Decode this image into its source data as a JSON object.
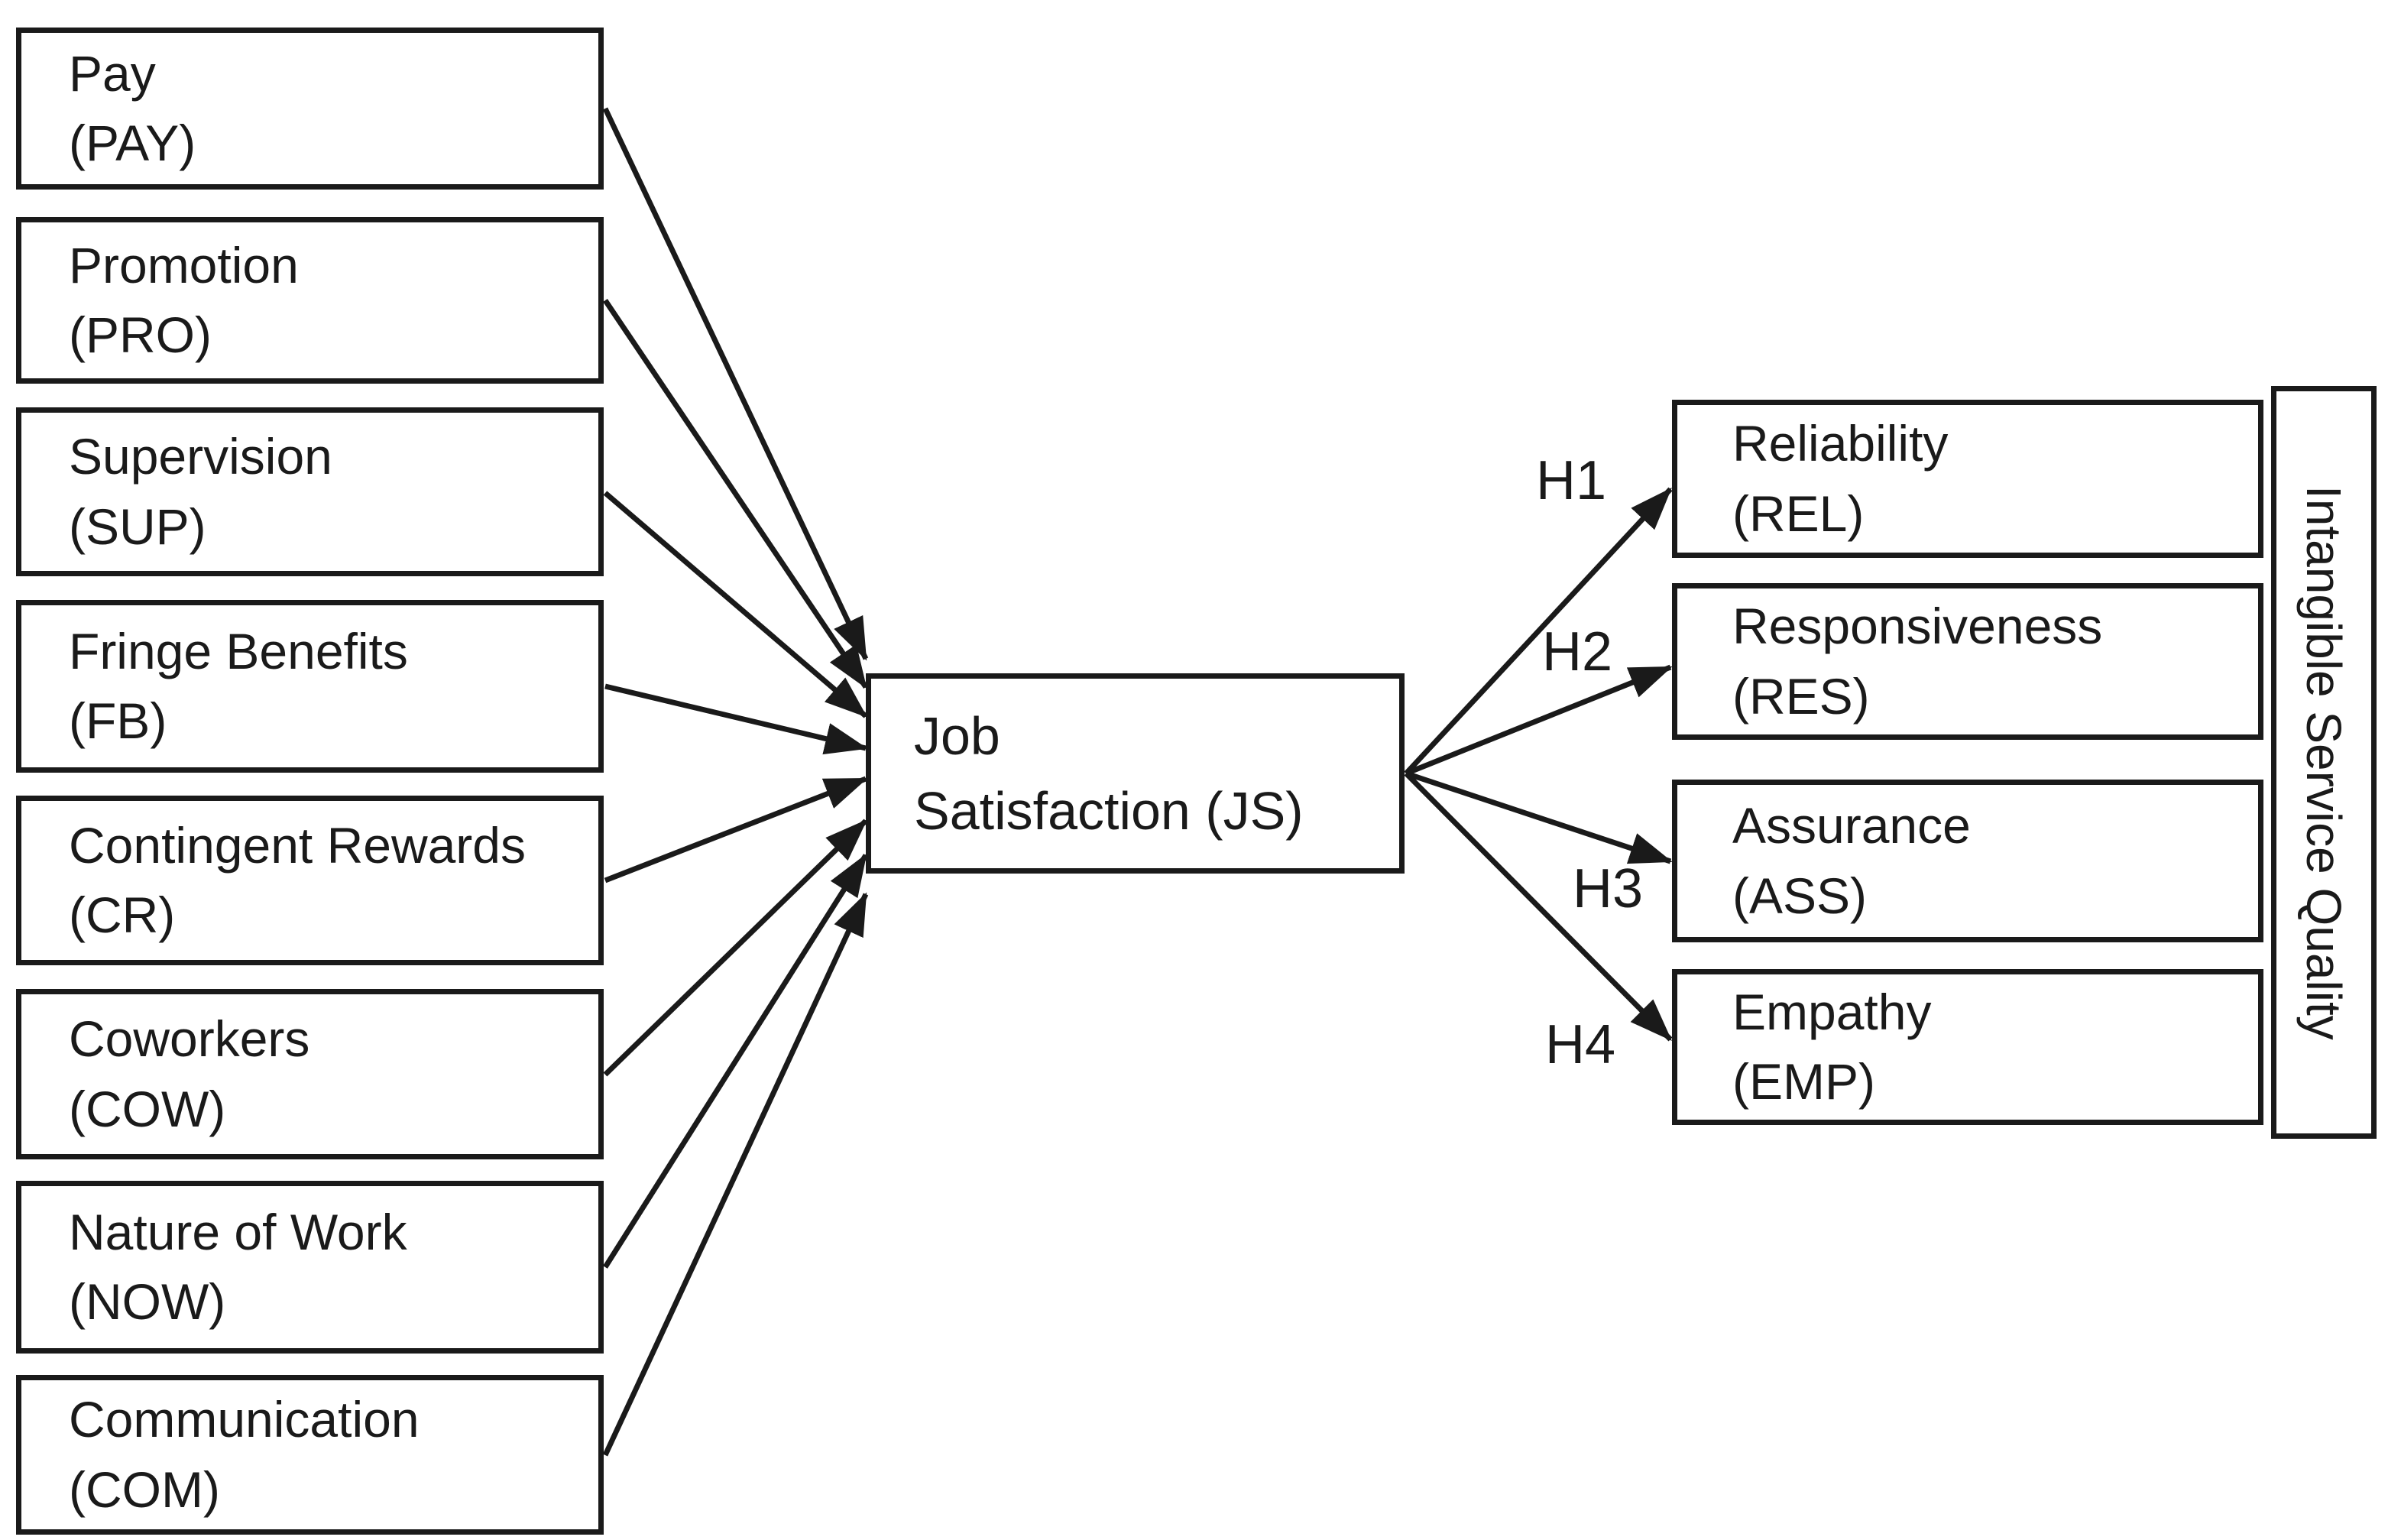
{
  "diagram": {
    "center": {
      "line1": "Job",
      "line2": "Satisfaction (JS)"
    },
    "banner": "Intangible Service Quality",
    "left_factors": [
      {
        "name": "Pay",
        "code": "(PAY)"
      },
      {
        "name": "Promotion",
        "code": "(PRO)"
      },
      {
        "name": "Supervision",
        "code": "(SUP)"
      },
      {
        "name": "Fringe Benefits",
        "code": "(FB)"
      },
      {
        "name": "Contingent Rewards",
        "code": "(CR)"
      },
      {
        "name": "Coworkers",
        "code": "(COW)"
      },
      {
        "name": "Nature of Work",
        "code": "(NOW)"
      },
      {
        "name": "Communication",
        "code": "(COM)"
      }
    ],
    "hypotheses": [
      {
        "label": "H1"
      },
      {
        "label": "H2"
      },
      {
        "label": "H3"
      },
      {
        "label": "H4"
      }
    ],
    "right_outcomes": [
      {
        "name": "Reliability",
        "code": "(REL)"
      },
      {
        "name": "Responsiveness",
        "code": "(RES)"
      },
      {
        "name": "Assurance",
        "code": "(ASS)"
      },
      {
        "name": "Empathy",
        "code": "(EMP)"
      }
    ],
    "colors": {
      "ink": "#1a1a1a",
      "background": "#ffffff"
    }
  }
}
